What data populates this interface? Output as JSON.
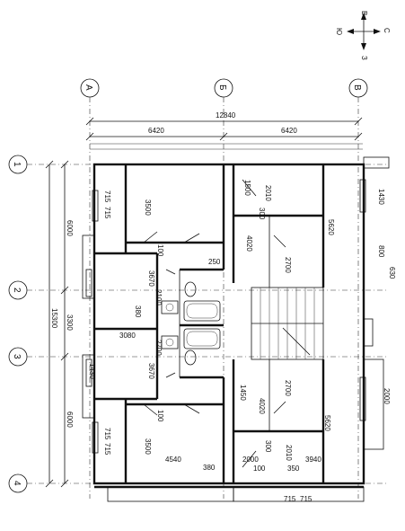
{
  "compass": {
    "north": "С",
    "south": "Ю",
    "east": "В",
    "west": "З"
  },
  "axes": {
    "letters": [
      "А",
      "Б",
      "В"
    ],
    "numbers": [
      "1",
      "2",
      "3",
      "4"
    ]
  },
  "dimensions": {
    "top_overall": "12840",
    "top_left": "6420",
    "top_right": "6420",
    "left_overall": "15300",
    "left_seg1": "6000",
    "left_seg2": "3300",
    "left_seg3": "6000",
    "room_3500_top": "3500",
    "room_3500_bottom": "3500",
    "d_1500": "1500",
    "d_2010_top": "2010",
    "d_300_top": "300",
    "d_4020_top": "4020",
    "d_5620_top": "5620",
    "d_2700_top": "2700",
    "d_1430_top": "1430",
    "d_800": "800",
    "d_630": "630",
    "d_250": "250",
    "d_3670_top": "3670",
    "d_2100_top": "2100",
    "d_380_mid": "380",
    "d_3080": "3080",
    "d_2700_mid": "2700",
    "d_3670_bottom": "3670",
    "d_1430_bottom": "1430",
    "d_1450": "1450",
    "d_2700_bottom": "2700",
    "d_4020_bottom": "4020",
    "d_2000_right": "2000",
    "d_5620_bottom": "5620",
    "d_2010_bottom": "2010",
    "d_300_bottom": "300",
    "d_100_top": "100",
    "d_100_bottom": "100",
    "d_4540": "4540",
    "d_380_bottom": "380",
    "d_2000_bottom": "2000",
    "d_3940": "3940",
    "d_100_low": "100",
    "d_350": "350",
    "d_715_a": "715",
    "d_715_b": "715",
    "d_715_c": "715",
    "d_715_d": "715",
    "d_715_e": "715",
    "d_715_f": "715"
  }
}
